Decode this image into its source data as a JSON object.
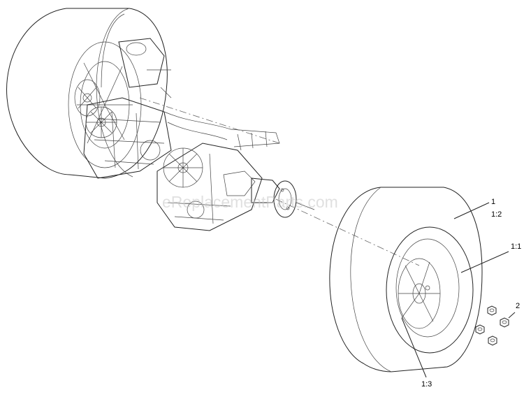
{
  "watermark": "eReplacementParts.com",
  "callouts": [
    {
      "label": "1"
    },
    {
      "label": "1:2"
    },
    {
      "label": "1:1"
    },
    {
      "label": "2"
    },
    {
      "label": "1:3"
    }
  ]
}
